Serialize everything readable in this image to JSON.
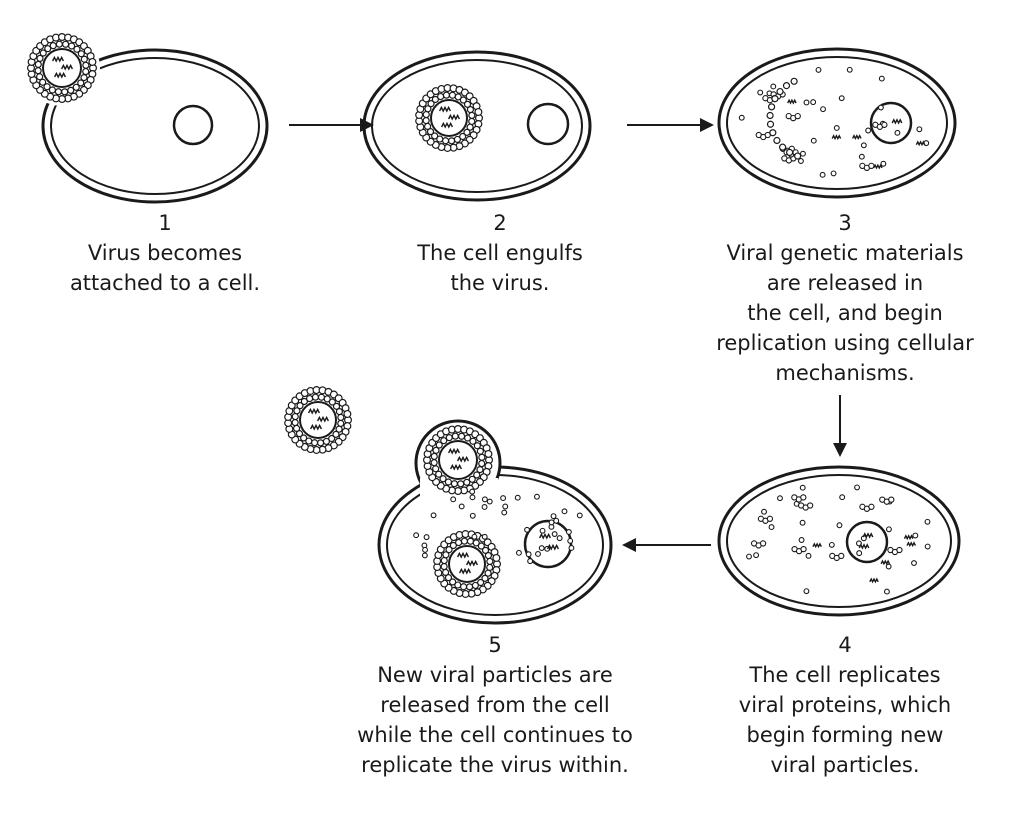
{
  "steps": [
    {
      "number": "1",
      "lines": [
        "Virus becomes",
        "attached to a cell."
      ]
    },
    {
      "number": "2",
      "lines": [
        "The cell engulfs",
        "the virus."
      ]
    },
    {
      "number": "3",
      "lines": [
        "Viral genetic materials",
        "are released in",
        "the cell, and begin",
        "replication using cellular",
        "mechanisms."
      ]
    },
    {
      "number": "4",
      "lines": [
        "The cell replicates",
        "viral proteins, which",
        "begin forming new",
        "viral particles."
      ]
    },
    {
      "number": "5",
      "lines": [
        "New viral particles are",
        "released from the cell",
        "while the cell continues to",
        "replicate the virus within."
      ]
    }
  ],
  "colors": {
    "stroke": "#1a1a1a",
    "background": "#ffffff"
  }
}
